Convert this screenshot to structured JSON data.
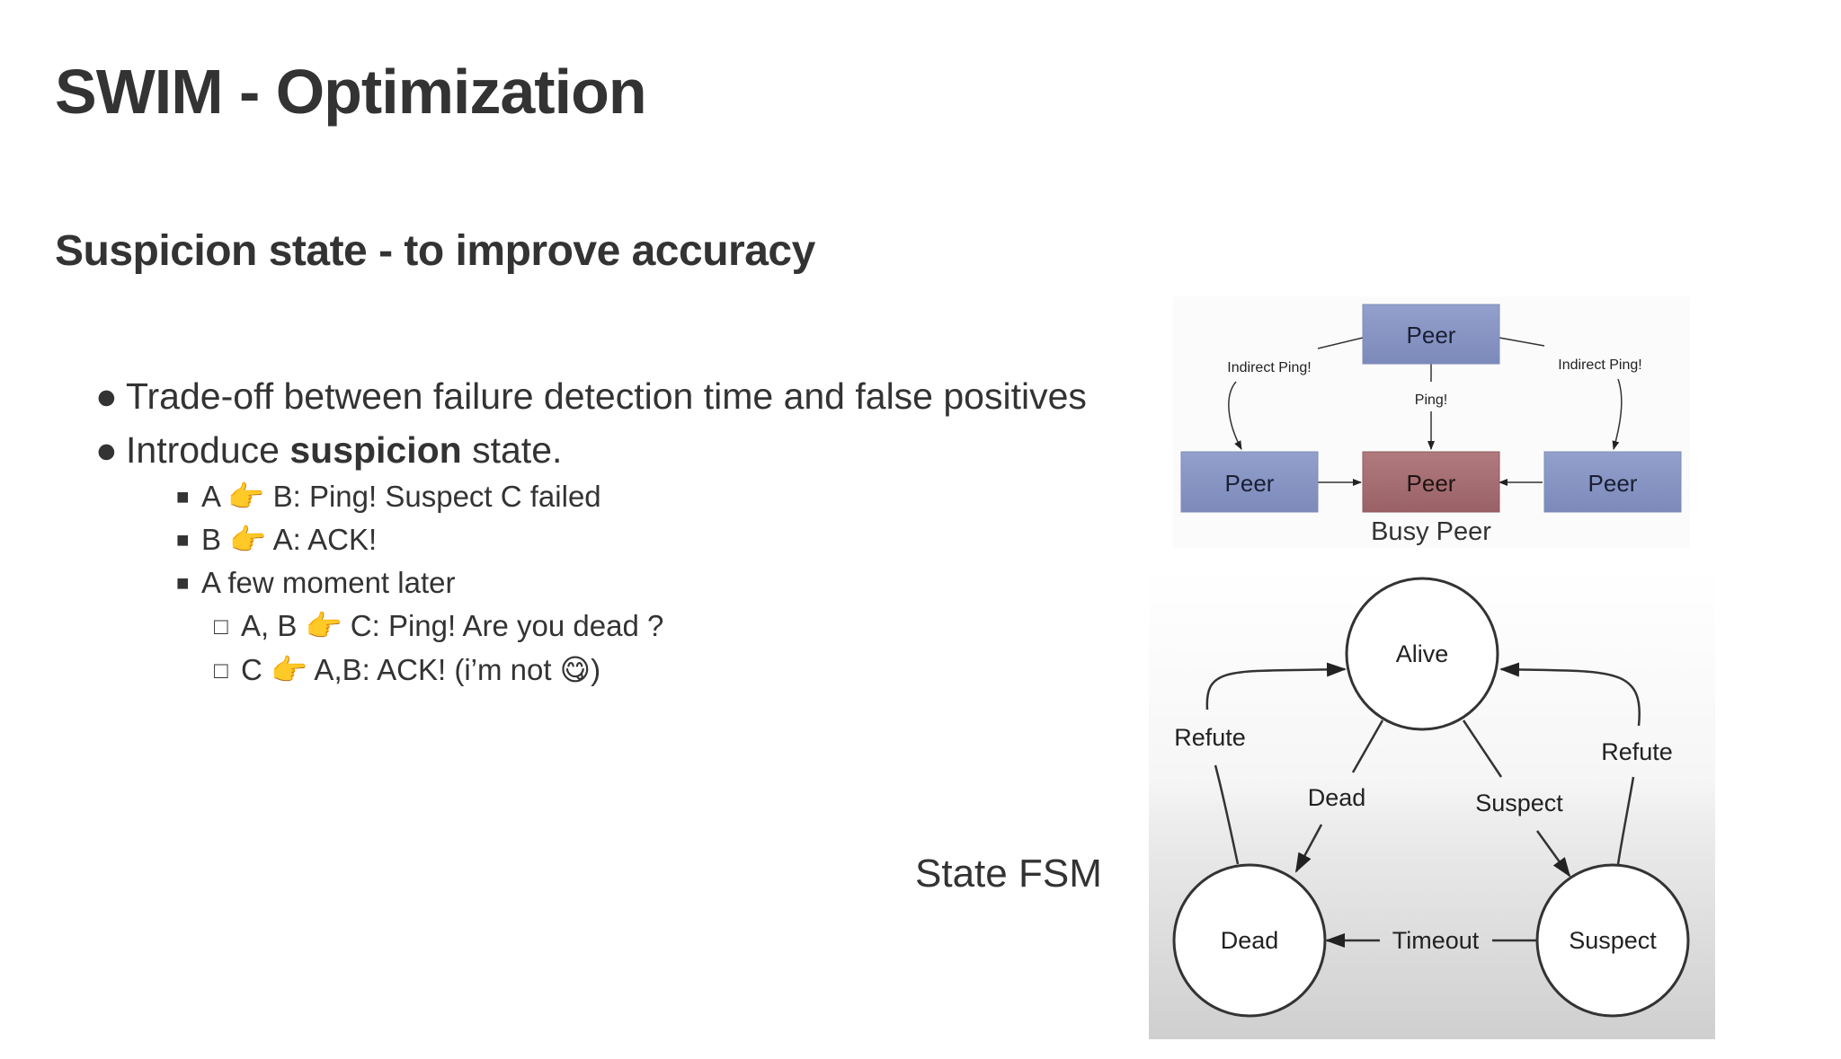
{
  "slide": {
    "title": "SWIM - Optimization",
    "subtitle": "Suspicion state - to improve accuracy",
    "bullets": [
      {
        "text": "Trade-off between failure detection time and false positives"
      },
      {
        "pre": "Introduce ",
        "bold": "suspicion",
        "post": " state."
      }
    ],
    "sub_bullets": [
      "A 👉 B: Ping! Suspect C failed",
      "B 👉 A: ACK!",
      "A few moment later"
    ],
    "sub_sub_bullets": [
      "A, B 👉 C: Ping! Are you dead ?",
      "C 👉 A,B: ACK! (i’m not 😋)"
    ],
    "fsm_caption": "State FSM"
  },
  "peer_diagram": {
    "top_peer": "Peer",
    "left_peer": "Peer",
    "center_peer": "Peer",
    "right_peer": "Peer",
    "left_edge_label": "Indirect Ping!",
    "right_edge_label": "Indirect Ping!",
    "center_edge_label": "Ping!",
    "busy_label": "Busy Peer",
    "colors": {
      "peer": "#8a97c4",
      "busy": "#a96f73"
    }
  },
  "fsm": {
    "states": {
      "alive": "Alive",
      "dead": "Dead",
      "suspect": "Suspect"
    },
    "edges": {
      "refute_left": "Refute",
      "refute_right": "Refute",
      "dead": "Dead",
      "suspect": "Suspect",
      "timeout": "Timeout"
    }
  }
}
